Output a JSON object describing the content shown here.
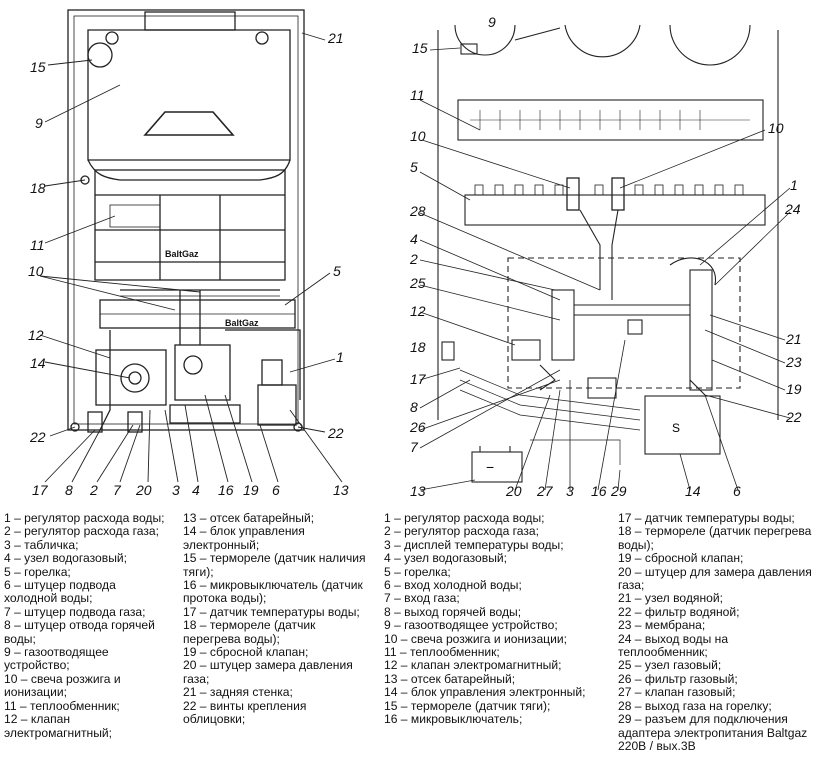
{
  "left_diagram": {
    "callouts": {
      "c21": "21",
      "c15": "15",
      "c9": "9",
      "c18": "18",
      "c11": "11",
      "c10": "10",
      "c5": "5",
      "c12": "12",
      "c14": "14",
      "c22a": "22",
      "c1": "1",
      "c22b": "22",
      "c17": "17",
      "c8": "8",
      "c2": "2",
      "c7": "7",
      "c20": "20",
      "c3": "3",
      "c4": "4",
      "c16": "16",
      "c19": "19",
      "c6": "6",
      "c13": "13"
    },
    "brand_upper": "BaltGaz",
    "brand_lower": "BaltGaz"
  },
  "right_diagram": {
    "callouts": {
      "r9": "9",
      "r15": "15",
      "r11": "11",
      "r10a": "10",
      "r10b": "10",
      "r5": "5",
      "r1": "1",
      "r24": "24",
      "r28": "28",
      "r4": "4",
      "r2": "2",
      "r25": "25",
      "r12": "12",
      "r21": "21",
      "r23": "23",
      "r18": "18",
      "r17": "17",
      "r19": "19",
      "r8": "8",
      "r22": "22",
      "r26": "26",
      "r7": "7",
      "r13": "13",
      "r20": "20",
      "r27": "27",
      "r3": "3",
      "r16": "16",
      "r29": "29",
      "r14": "14",
      "r6": "6"
    },
    "battery_minus": "−",
    "block_label": "S"
  },
  "legend_left_col1": [
    "1 – регулятор расхода воды;",
    "2 – регулятор расхода газа;",
    "3 – табличка;",
    "4 – узел водогазовый;",
    "5 – горелка;",
    "6 – штуцер подвода\nхолодной воды;",
    "7 – штуцер подвода газа;",
    "8 – штуцер отвода горячей\nводы;",
    "9 – газоотводящее\nустройство;",
    "10 – свеча розжига и\nионизации;",
    "11 – теплообменник;",
    "12 – клапан\nэлектромагнитный;"
  ],
  "legend_left_col2": [
    "13 – отсек батарейный;",
    "14 – блок управления\nэлектронный;",
    "15 – термореле (датчик наличия\nтяги);",
    "16 – микровыключатель (датчик\nпротока воды);",
    "17 – датчик температуры воды;",
    "18 – термореле (датчик\nперегрева воды);",
    "19 – сбросной клапан;",
    "20 – штуцер замера давления\nгаза;",
    "21 – задняя стенка;",
    "22 – винты крепления\nоблицовки;"
  ],
  "legend_right_col1": [
    "1 – регулятор расхода воды;",
    "2 – регулятор расхода газа;",
    "3 – дисплей температуры воды;",
    "4 – узел водогазовый;",
    "5 – горелка;",
    "6 – вход холодной воды;",
    "7 – вход газа;",
    "8 – выход горячей воды;",
    "9 – газоотводящее устройство;",
    "10 – свеча розжига и ионизации;",
    "11 – теплообменник;",
    "12 – клапан электромагнитный;",
    "13 – отсек батарейный;",
    "14 – блок управления электронный;",
    "15 – термореле (датчик тяги);",
    "16 – микровыключатель;"
  ],
  "legend_right_col2": [
    "17 – датчик температуры воды;",
    "18 – термореле (датчик перегрева\nводы);",
    "19 – сбросной клапан;",
    "20 – штуцер для замера давления газа;",
    "21 – узел водяной;",
    "22 – фильтр водяной;",
    "23 – мембрана;",
    "24 – выход воды на\nтеплообменник;",
    "25 – узел газовый;",
    "26 – фильтр газовый;",
    "27 – клапан газовый;",
    "28 – выход газа на горелку;",
    "29 – разъем для подключения\nадаптера электропитания Baltgaz\n220В / вых.3В"
  ]
}
